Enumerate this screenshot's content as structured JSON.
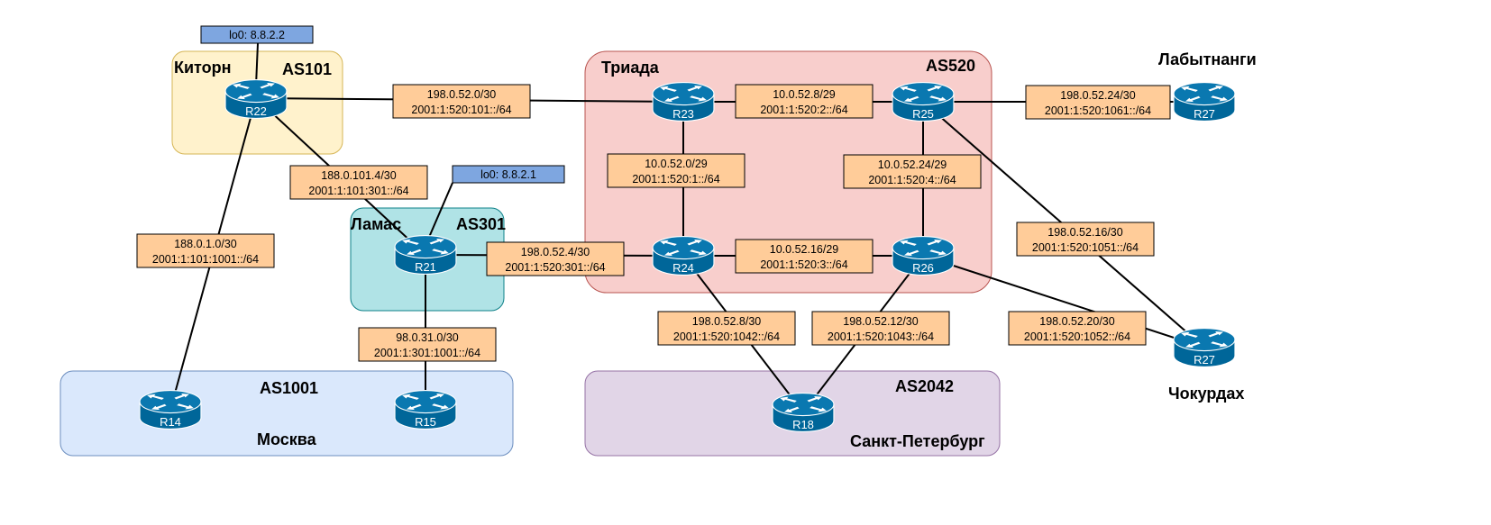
{
  "colors": {
    "link_label_fill": "#FFCC99",
    "loopback_fill": "#7EA6E0",
    "router_blue": "#006699",
    "line": "#000000"
  },
  "zones": {
    "kitorn": {
      "name": "Киторн",
      "as": "AS101",
      "fill": "#FFF2CC",
      "stroke": "#D6B656"
    },
    "lamas": {
      "name": "Ламас",
      "as": "AS301",
      "fill": "#B0E3E6",
      "stroke": "#0E8088"
    },
    "triada": {
      "name": "Триада",
      "as": "AS520",
      "fill": "#F8CECC",
      "stroke": "#B85450"
    },
    "moscow": {
      "name": "Москва",
      "as": "AS1001",
      "fill": "#DAE8FC",
      "stroke": "#6C8EBF"
    },
    "spb": {
      "name": "Санкт-Петербург",
      "as": "AS2042",
      "fill": "#E1D5E7",
      "stroke": "#9673A6"
    }
  },
  "sites": {
    "labytnangi": "Лабытнанги",
    "chokurdakh": "Чокурдах"
  },
  "routers": {
    "R22": {
      "label": "R22"
    },
    "R23": {
      "label": "R23"
    },
    "R25": {
      "label": "R25"
    },
    "R27a": {
      "label": "R27"
    },
    "R21": {
      "label": "R21"
    },
    "R24": {
      "label": "R24"
    },
    "R26": {
      "label": "R26"
    },
    "R27b": {
      "label": "R27"
    },
    "R14": {
      "label": "R14"
    },
    "R15": {
      "label": "R15"
    },
    "R18": {
      "label": "R18"
    }
  },
  "loopbacks": {
    "r22": "lo0: 8.8.2.2",
    "r21": "lo0: 8.8.2.1"
  },
  "links": {
    "r22_r23": [
      "198.0.52.0/30",
      "2001:1:520:101::/64"
    ],
    "r22_r21": [
      "188.0.101.4/30",
      "2001:1:101:301::/64"
    ],
    "r22_r14": [
      "188.0.1.0/30",
      "2001:1:101:1001::/64"
    ],
    "r23_r25": [
      "10.0.52.8/29",
      "2001:1:520:2::/64"
    ],
    "r25_r27a": [
      "198.0.52.24/30",
      "2001:1:520:1061::/64"
    ],
    "r23_r24": [
      "10.0.52.0/29",
      "2001:1:520:1::/64"
    ],
    "r25_r26": [
      "10.0.52.24/29",
      "2001:1:520:4::/64"
    ],
    "r25_r27b": [
      "198.0.52.16/30",
      "2001:1:520:1051::/64"
    ],
    "r21_r24": [
      "198.0.52.4/30",
      "2001:1:520:301::/64"
    ],
    "r24_r26": [
      "10.0.52.16/29",
      "2001:1:520:3::/64"
    ],
    "r21_r15": [
      "98.0.31.0/30",
      "2001:1:301:1001::/64"
    ],
    "r24_r18": [
      "198.0.52.8/30",
      "2001:1:520:1042::/64"
    ],
    "r26_r18": [
      "198.0.52.12/30",
      "2001:1:520:1043::/64"
    ],
    "r26_r27b": [
      "198.0.52.20/30",
      "2001:1:520:1052::/64"
    ]
  }
}
